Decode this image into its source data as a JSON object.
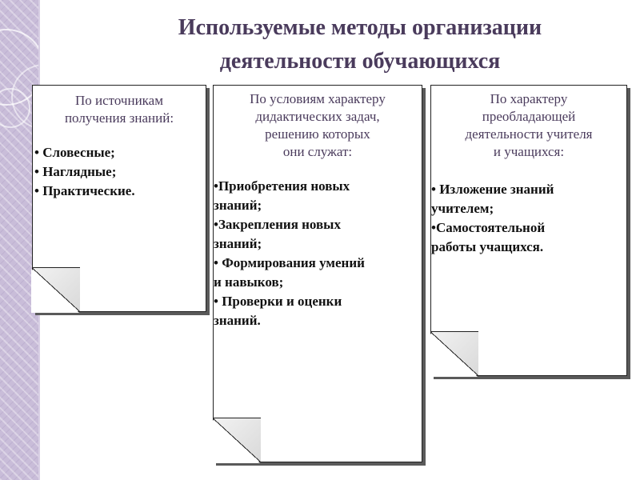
{
  "slide": {
    "title": "Используемые методы организации\nдеятельности обучающихся"
  },
  "cards": [
    {
      "heading": "По источникам\nполучения знаний:",
      "items": [
        "• Словесные;",
        "• Наглядные;",
        "• Практические."
      ]
    },
    {
      "heading": "По условиям характеру\nдидактических задач,\nрешению    которых\nони служат:",
      "items": [
        "•Приобретения новых\n  знаний;",
        "•Закрепления новых\n  знаний;",
        "• Формирования умений\n  и навыков;",
        "• Проверки и оценки\n           знаний."
      ]
    },
    {
      "heading": "По характеру\nпреобладающей\nдеятельности учителя\nи  учащихся:",
      "items": [
        "• Изложение знаний\n  учителем;",
        "•Самостоятельной\n  работы учащихся."
      ]
    }
  ],
  "colors": {
    "title": "#4a3b5c",
    "heading": "#4a3b5c",
    "strip": "#c9bdd9"
  }
}
